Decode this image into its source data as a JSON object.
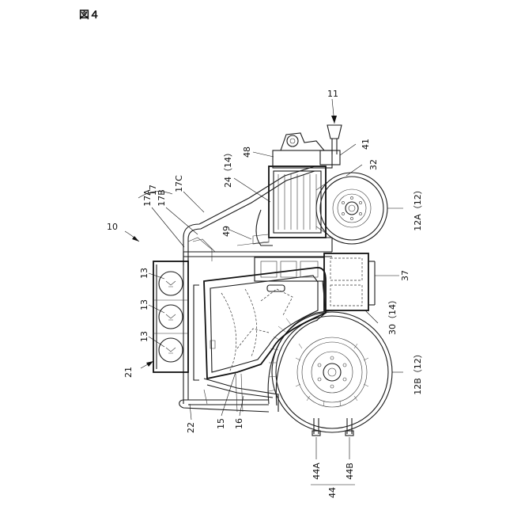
{
  "figure": {
    "title": "図４"
  },
  "labels": {
    "l10": "10",
    "l11": "11",
    "l12A": "12A（12）",
    "l12B": "12B（12）",
    "l13a": "13",
    "l13b": "13",
    "l13c": "13",
    "l15": "15",
    "l16": "16",
    "l17": "17",
    "l17A": "17A",
    "l17B": "17B",
    "l17C": "17C",
    "l21": "21",
    "l22": "22",
    "l24": "24（14）",
    "l30": "30（14）",
    "l32": "32",
    "l37": "37",
    "l41": "41",
    "l44": "44",
    "l44A": "44A",
    "l44B": "44B",
    "l48": "48",
    "l49": "49"
  }
}
